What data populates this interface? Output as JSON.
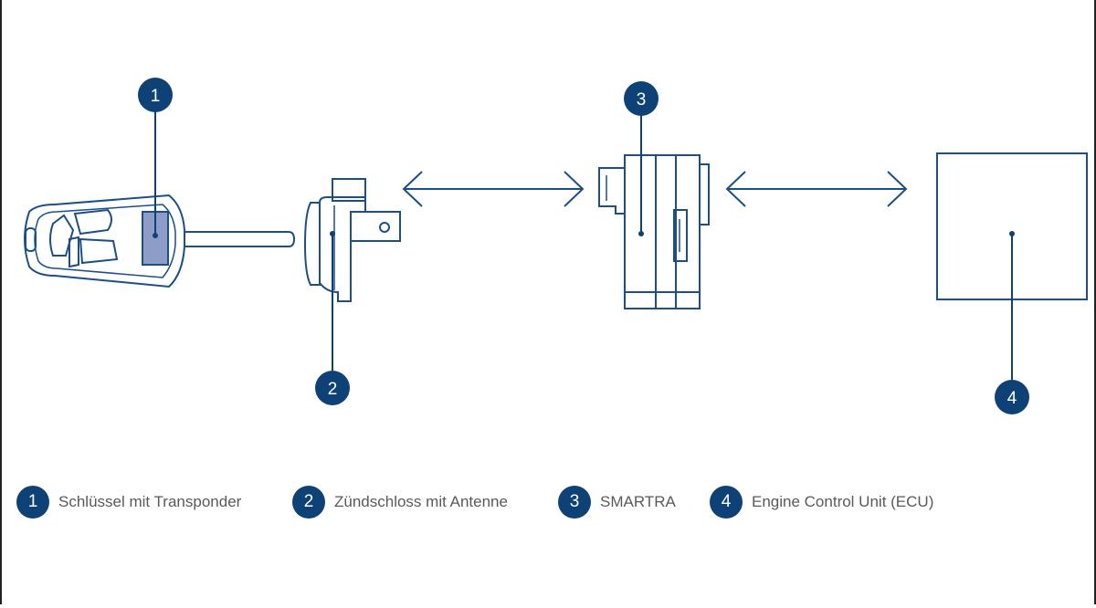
{
  "colors": {
    "navy": "#0e4277",
    "line": "#1a4f87",
    "transponder_fill": "#8d9dc8",
    "label_text": "#5a5a5a"
  },
  "badges": {
    "b1": "1",
    "b2": "2",
    "b3": "3",
    "b4": "4"
  },
  "legend": [
    {
      "number": "1",
      "label": "Schlüssel mit Transponder"
    },
    {
      "number": "2",
      "label": "Zündschloss mit Antenne"
    },
    {
      "number": "3",
      "label": "SMARTRA"
    },
    {
      "number": "4",
      "label": "Engine Control Unit (ECU)"
    }
  ],
  "icons": [
    "key-icon",
    "ignition-lock-icon",
    "smartra-module-icon",
    "ecu-box-icon",
    "bidirectional-arrow-icon"
  ]
}
